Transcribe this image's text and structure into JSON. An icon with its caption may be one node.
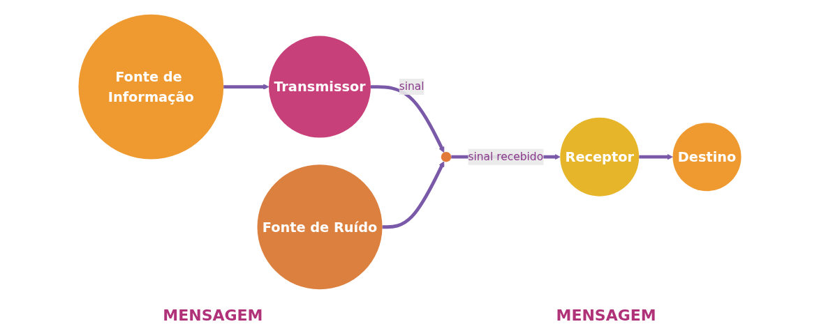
{
  "diagram": {
    "nodes": [
      {
        "text": [
          "Fonte de Informação"
        ]
      },
      {
        "text": [
          "Transmissor"
        ]
      },
      {
        "text": [],
        "shape": "circle"
      },
      {
        "text": [
          "Receptor"
        ]
      },
      {
        "text": [
          "Destino"
        ]
      },
      {
        "text": [
          "Fonte de Ruído"
        ]
      }
    ],
    "edges": [
      {
        "from": 0,
        "to": 1,
        "arrow": "to"
      },
      {
        "from": 1,
        "to": 2,
        "arrow": "to",
        "label": "sinal"
      },
      {
        "from": 2,
        "to": 3,
        "arrow": "to",
        "label": "sinal recebido"
      },
      {
        "from": 3,
        "to": 4,
        "arrow": "to"
      },
      {
        "from": 5,
        "to": 2,
        "arrow": "to"
      }
    ],
    "labels": [
      "MENSAGEM",
      "MENSAGEM"
    ]
  }
}
